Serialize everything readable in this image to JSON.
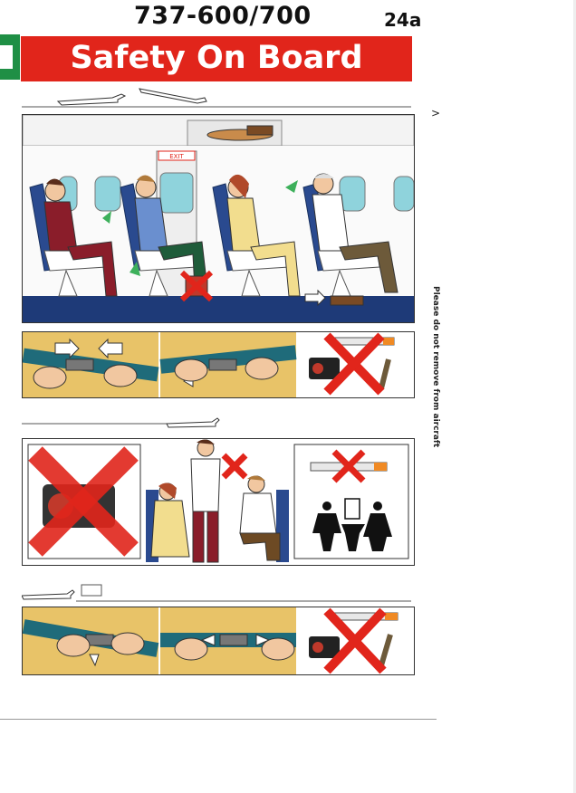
{
  "header": {
    "model": "737-600/700",
    "page_number": "24a",
    "title": "Safety On Board"
  },
  "side_note": "Please do not remove from aircraft",
  "cabin": {
    "exit_sign": "EXIT"
  },
  "icons": [
    "airplane-icon",
    "arrow-up-icon",
    "seatbelt-buckle-icon",
    "no-electronics-icon",
    "no-smoking-icon",
    "lavatory-icon"
  ],
  "colors": {
    "brand_red": "#e1251b",
    "brand_green": "#1f8f45",
    "cabin_blue": "#1e3a78",
    "cross_red": "#e1251b",
    "sand": "#e8c368",
    "teal": "#1f6b7a"
  }
}
